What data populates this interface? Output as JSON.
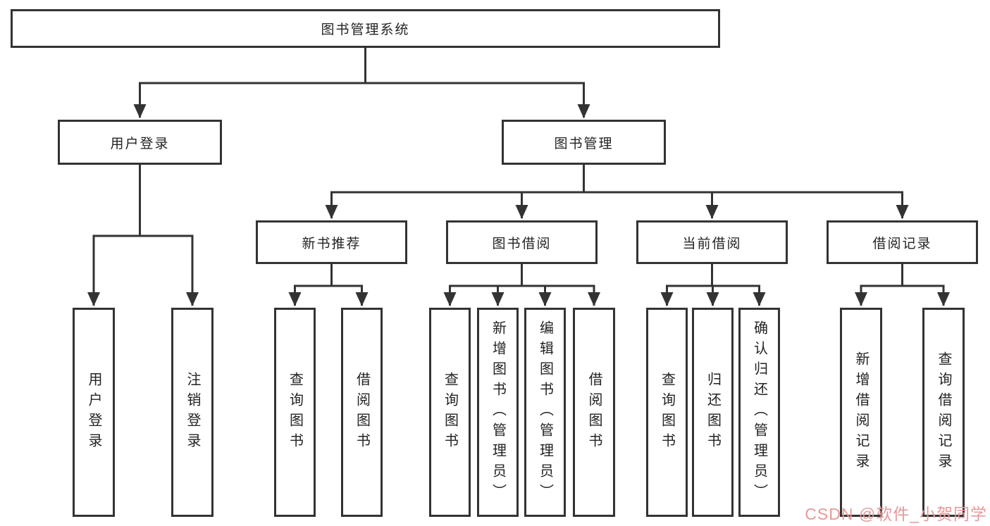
{
  "tree": {
    "root": {
      "label": "图书管理系统"
    },
    "branches": [
      {
        "label": "用户登录",
        "children": [
          {
            "label": "用户登录"
          },
          {
            "label": "注销登录"
          }
        ]
      },
      {
        "label": "图书管理",
        "children": [
          {
            "label": "新书推荐",
            "children": [
              {
                "label": "查询图书"
              },
              {
                "label": "借阅图书"
              }
            ]
          },
          {
            "label": "图书借阅",
            "children": [
              {
                "label": "查询图书"
              },
              {
                "label": "新增图书（管理员）"
              },
              {
                "label": "编辑图书（管理员）"
              },
              {
                "label": "借阅图书"
              }
            ]
          },
          {
            "label": "当前借阅",
            "children": [
              {
                "label": "查询图书"
              },
              {
                "label": "归还图书"
              },
              {
                "label": "确认归还（管理员）"
              }
            ]
          },
          {
            "label": "借阅记录",
            "children": [
              {
                "label": "新增借阅记录"
              },
              {
                "label": "查询借阅记录"
              }
            ]
          }
        ]
      }
    ]
  },
  "watermark": {
    "text": "CSDN @软件_小贺同学",
    "color": "#e59a9a"
  },
  "colors": {
    "line": "#333333",
    "box_border": "#333333",
    "text": "#232323",
    "background": "#ffffff"
  }
}
